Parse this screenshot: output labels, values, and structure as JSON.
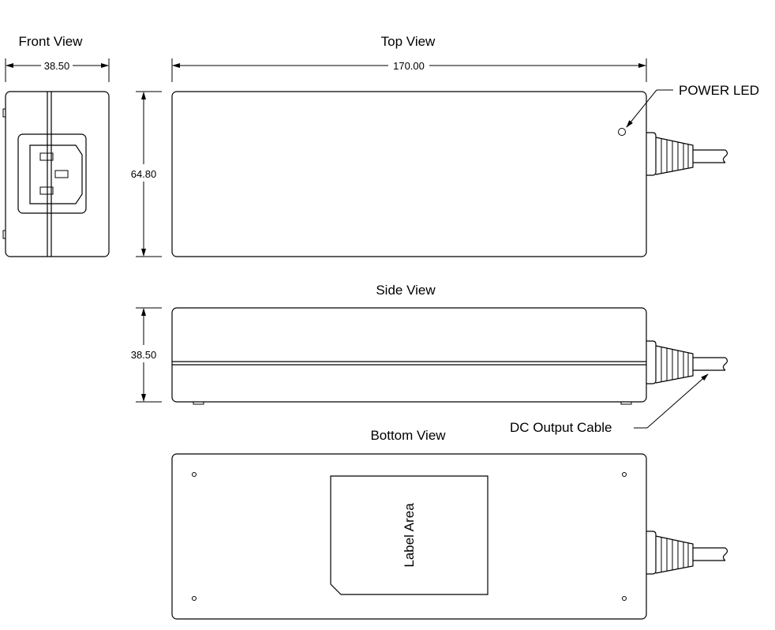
{
  "views": {
    "front": {
      "title": "Front View",
      "width_dim": "38.50"
    },
    "top": {
      "title": "Top View",
      "length_dim": "170.00",
      "height_dim": "64.80"
    },
    "side": {
      "title": "Side View",
      "height_dim": "38.50"
    },
    "bottom": {
      "title": "Bottom View",
      "label_area": "Label Area"
    }
  },
  "callouts": {
    "power_led": "POWER LED",
    "dc_cable": "DC Output Cable"
  }
}
